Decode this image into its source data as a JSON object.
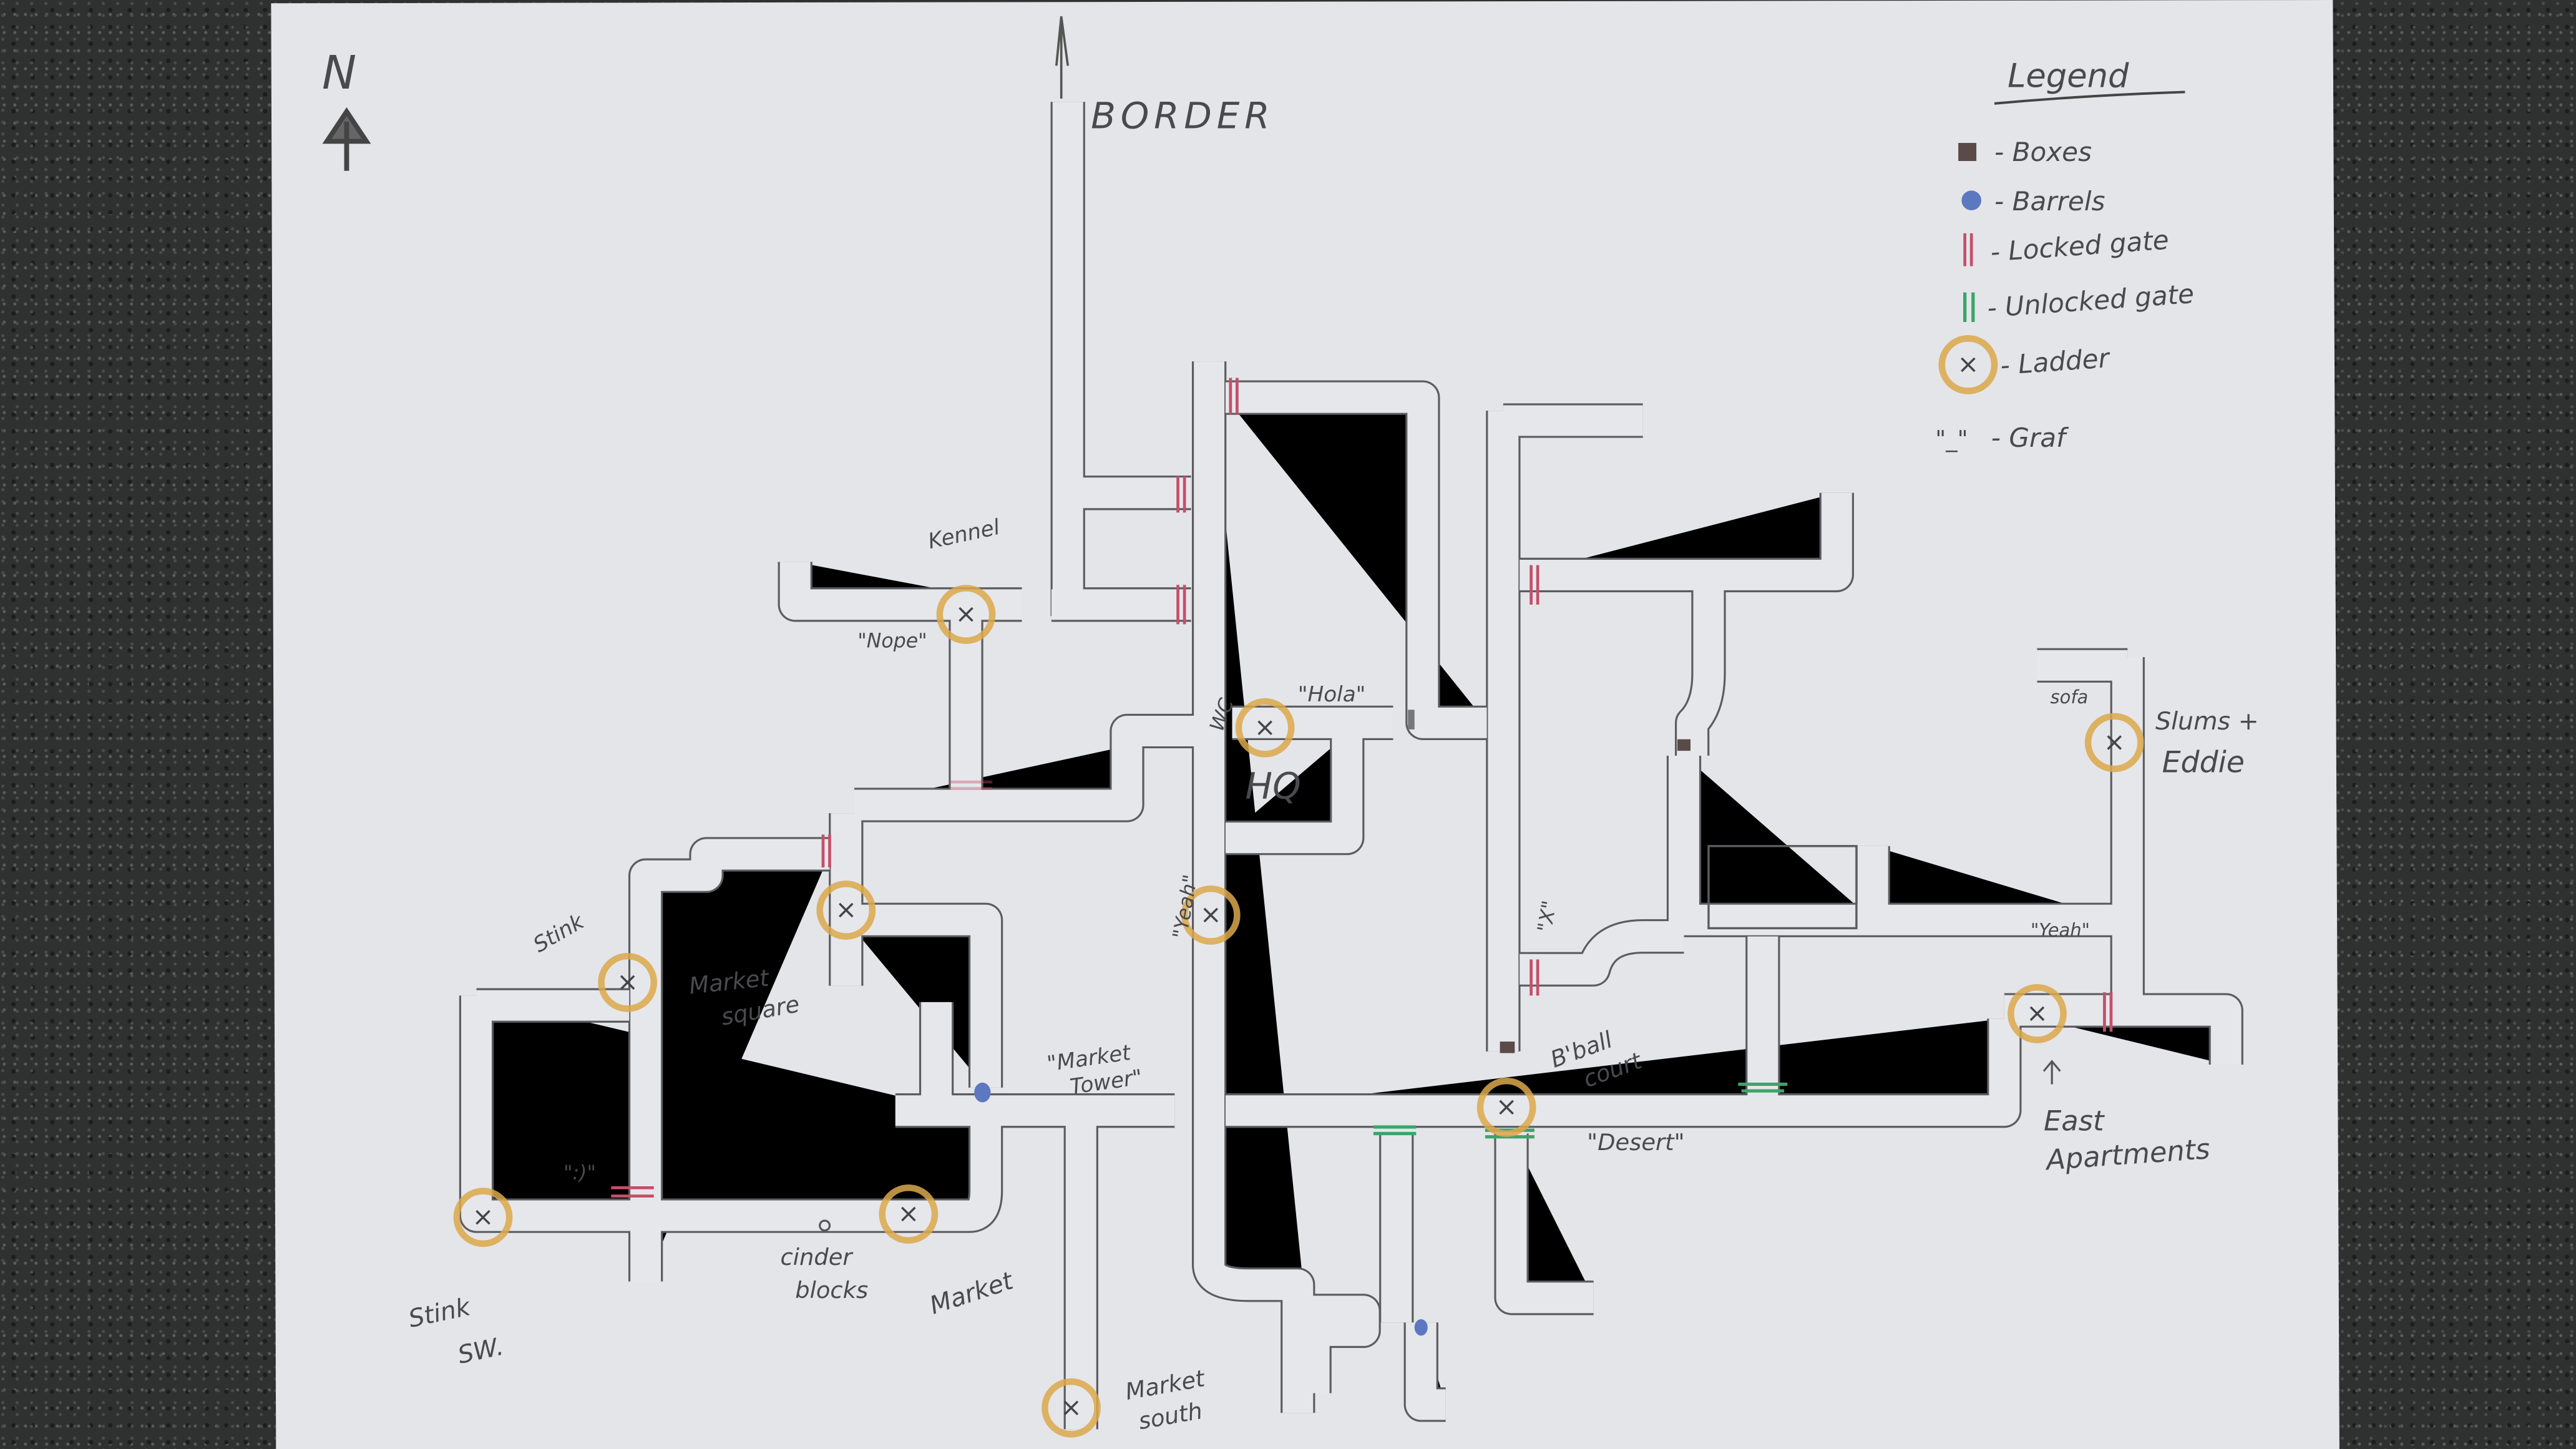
{
  "compass": {
    "letter": "N"
  },
  "border_label": "BORDER",
  "legend": {
    "title": "Legend",
    "items": [
      {
        "symbol": "box",
        "label": "- Boxes"
      },
      {
        "symbol": "barrel",
        "label": "- Barrels"
      },
      {
        "symbol": "locked-gate",
        "label": "- Locked gate"
      },
      {
        "symbol": "unlocked-gate",
        "label": "- Unlocked gate"
      },
      {
        "symbol": "ladder",
        "label": "- Ladder"
      },
      {
        "symbol": "graf",
        "symbol_text": "\"_\"",
        "label": "- Graf"
      }
    ]
  },
  "labels": {
    "kennel": "Kennel",
    "nope": "\"Nope\"",
    "wc": "WC",
    "hola": "\"Hola\"",
    "hq": "HQ",
    "yeah_west": "\"Yeah\"",
    "stink": "Stink",
    "market_square_1": "Market",
    "market_square_2": "square",
    "market_tower_1": "\"Market",
    "market_tower_2": "Tower\"",
    "smiley": "\":)\"",
    "stink_sw_1": "Stink",
    "stink_sw_2": "SW.",
    "cinder_1": "cinder",
    "cinder_2": "blocks",
    "market": "Market",
    "market_south_1": "Market",
    "market_south_2": "south",
    "x_graf": "\"X\"",
    "bball_1": "B'ball",
    "bball_2": "court",
    "desert": "\"Desert\"",
    "sofa": "sofa",
    "slums_1": "Slums +",
    "slums_2": "Eddie",
    "yeah_east": "\"Yeah\"",
    "east_apts_1": "East",
    "east_apts_2": "Apartments"
  },
  "colors": {
    "ladder": "#dba84a",
    "locked": "#c4506a",
    "unlocked": "#3aa56a",
    "barrel": "#5b78c0",
    "box": "#5a4a48"
  }
}
